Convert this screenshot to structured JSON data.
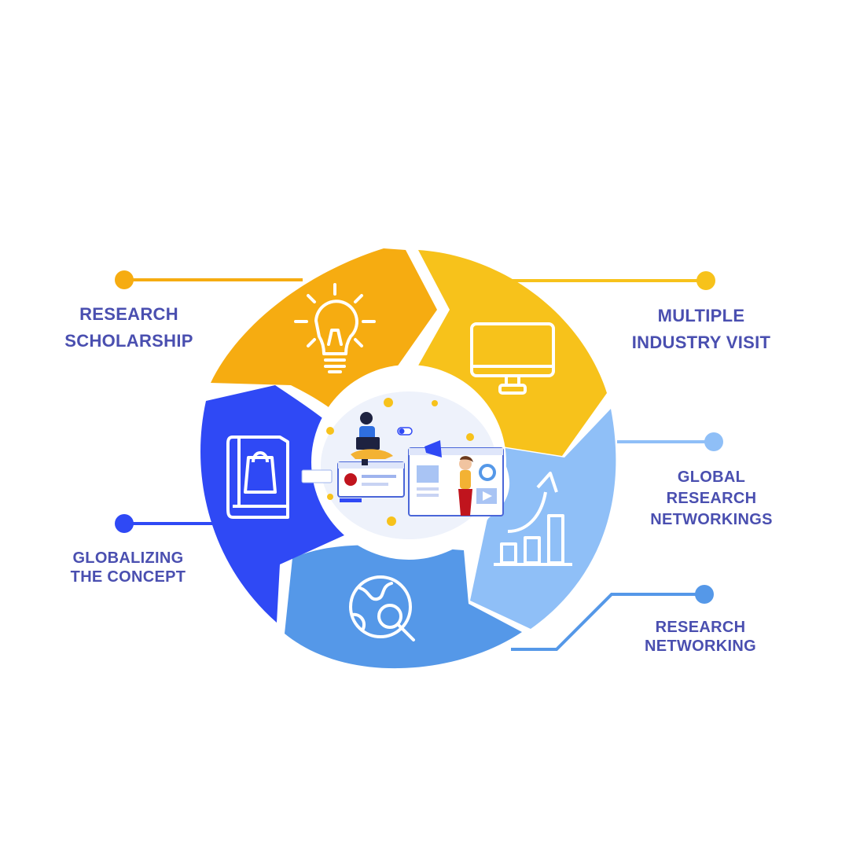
{
  "labels": {
    "research_scholarship": [
      "RESEARCH",
      "SCHOLARSHIP"
    ],
    "industry_visit": [
      "MULTIPLE",
      "INDUSTRY VISIT"
    ],
    "global_networkings": [
      "GLOBAL",
      "RESEARCH",
      "NETWORKINGS"
    ],
    "research_networking": [
      "RESEARCH",
      "NETWORKING"
    ],
    "globalizing": [
      "GLOBALIZING",
      "THE CONCEPT"
    ]
  },
  "icons": [
    "lightbulb-icon",
    "monitor-icon",
    "growth-chart-icon",
    "globe-search-icon",
    "shopping-book-icon"
  ],
  "colors": {
    "orange": "#f6ac11",
    "yellow": "#f7c21b",
    "light_blue": "#8fbff7",
    "mid_blue": "#5598e8",
    "royal_blue": "#2f49f5",
    "text": "#4a4fb0",
    "connector_orange": "#f6ac11",
    "connector_yellow": "#f7c21b",
    "connector_light_blue": "#8fbff7",
    "connector_mid_blue": "#5598e8",
    "connector_royal_blue": "#2f49f5"
  }
}
